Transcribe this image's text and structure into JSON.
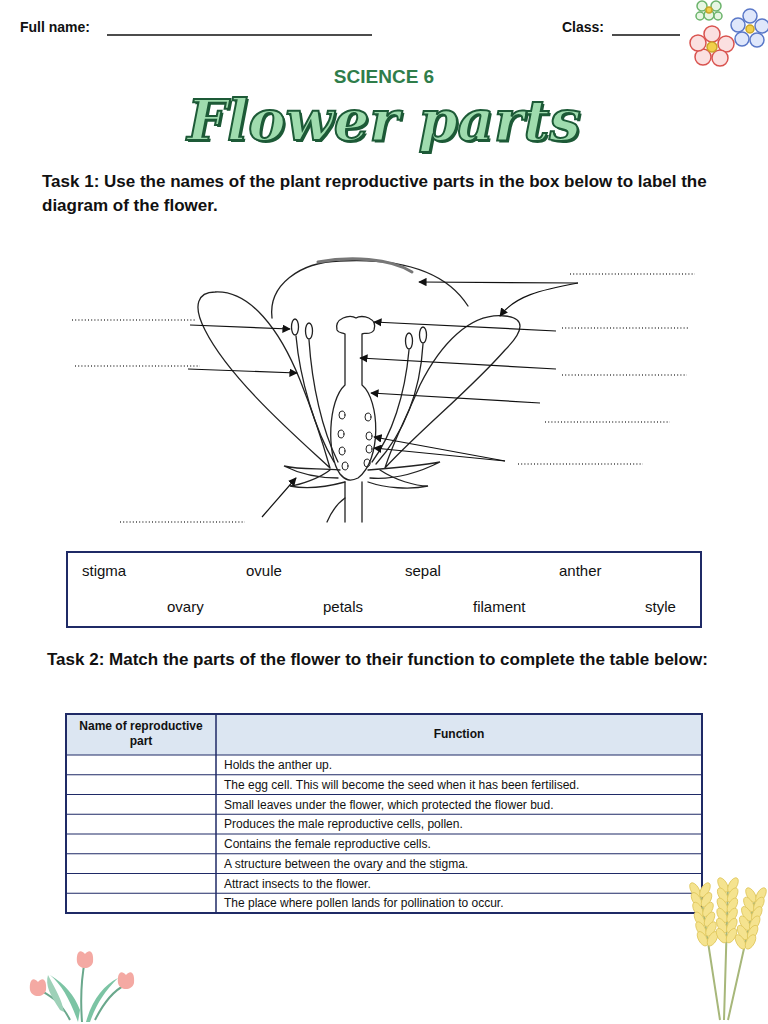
{
  "diagram": {
    "title": "Flower parts",
    "nodes": [
      {
        "text": [
          "stigma",
          "ovule",
          "sepal",
          "anther",
          "ovary",
          "petals",
          "filament",
          "style"
        ]
      }
    ],
    "labels": [
      "Full name:",
      "Class:",
      "SCIENCE 6",
      "Task 1: Use the names of the plant reproductive parts in the box below to label the diagram of the flower.",
      "Task 2: Match the parts of the flower to their function to complete the table below:",
      "Name of reproductive part",
      "Function",
      "Holds the anther up.",
      "The egg cell. This will become the seed when it has been fertilised.",
      "Small leaves under the flower, which protected the flower bud.",
      "Produces the male reproductive cells, pollen.",
      "Contains the female reproductive cells.",
      "A structure between the ovary and the stigma.",
      "Attract insects to the flower.",
      "The place where pollen lands for pollination to occur."
    ]
  }
}
